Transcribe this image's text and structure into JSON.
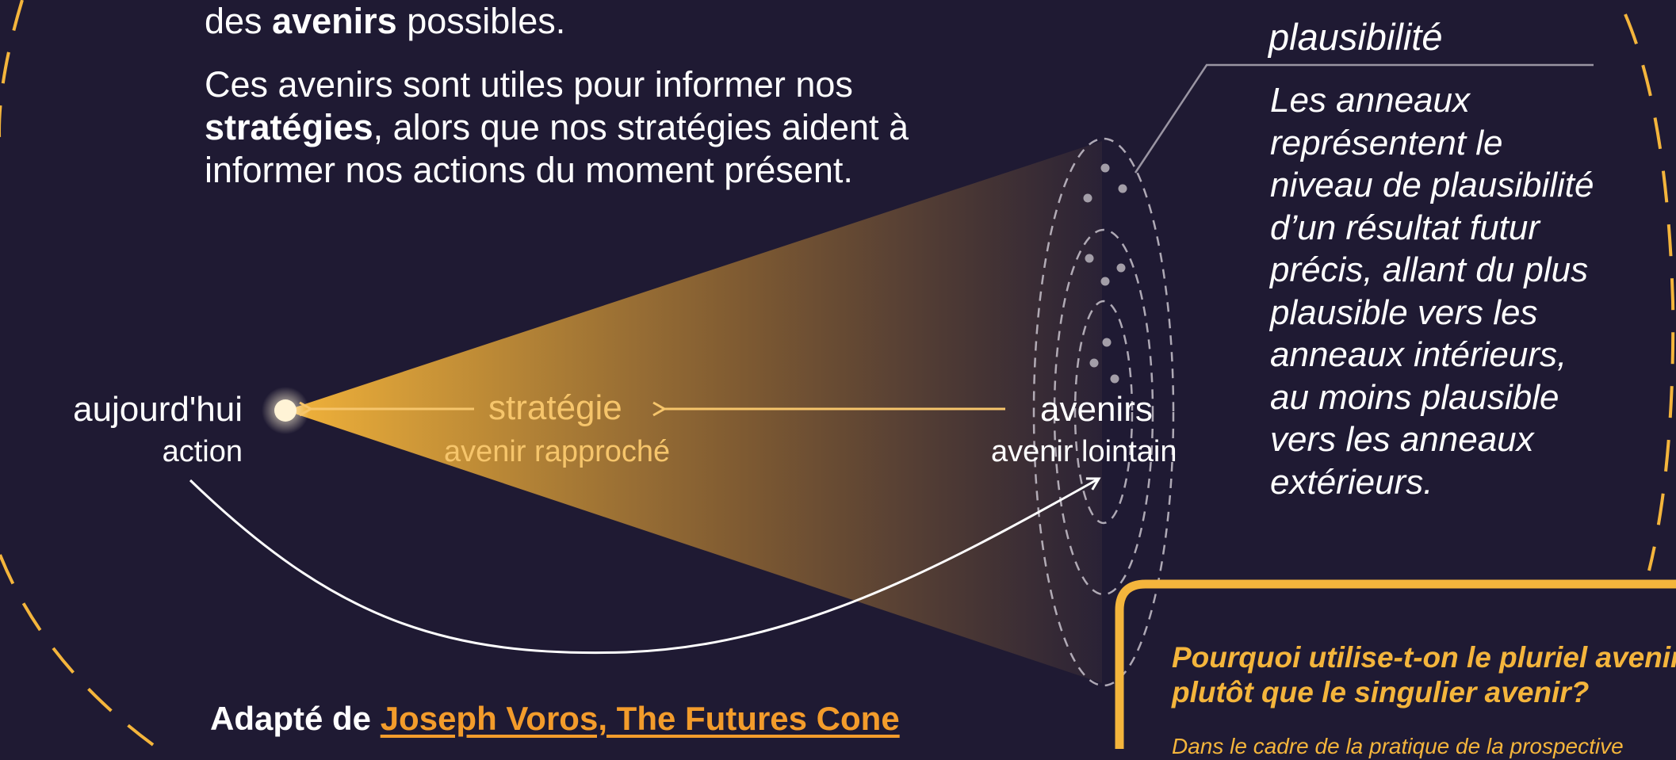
{
  "intro": {
    "line1_prefix": "des ",
    "line1_bold": "avenirs",
    "line1_suffix": " possibles.",
    "p2_line1": "Ces avenirs sont utiles pour informer nos",
    "p2_line2_bold": "stratégies",
    "p2_line2_rest": ", alors que nos stratégies aident à",
    "p2_line3": "informer nos actions du moment présent."
  },
  "cone": {
    "today_label": "aujourd'hui",
    "today_sub": "action",
    "strategy_label": "stratégie",
    "strategy_sub": "avenir rapproché",
    "futures_label": "avenirs",
    "futures_sub": "avenir lointain"
  },
  "plausibility": {
    "title": "plausibilité",
    "body": "Les anneaux représentent le niveau de plausibilité d’un résultat futur précis, allant du plus plausible vers les anneaux intérieurs, au moins plausible vers les anneaux extérieurs."
  },
  "credit": {
    "prefix": "Adapté de ",
    "link_text": "Joseph Voros, The Futures Cone"
  },
  "callout": {
    "question": "Pourquoi utilise-t-on le pluriel avenirs plutôt que le singulier avenir?",
    "answer_partial": "Dans le cadre de la pratique de la prospective"
  },
  "colors": {
    "background": "#1f1a33",
    "accent_gold": "#f4b53c",
    "cone_gold": "#f2b33a",
    "link_orange": "#f39c2b",
    "text_light_gold": "#f6c56b"
  }
}
